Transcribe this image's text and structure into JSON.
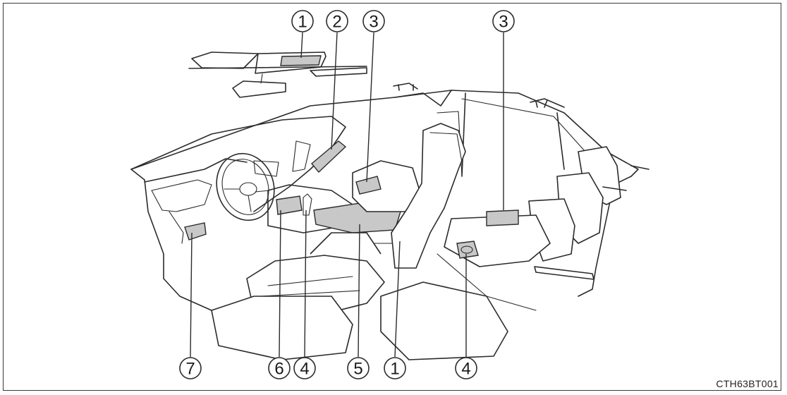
{
  "diagram_code": "CTH63BT001",
  "callouts": [
    {
      "label": "1"
    },
    {
      "label": "2"
    },
    {
      "label": "3"
    },
    {
      "label": "3"
    },
    {
      "label": "7"
    },
    {
      "label": "6"
    },
    {
      "label": "4"
    },
    {
      "label": "5"
    },
    {
      "label": "1"
    },
    {
      "label": "4"
    }
  ],
  "colors": {
    "line": "#2b2b2b",
    "highlight": "#c8c8c8"
  }
}
